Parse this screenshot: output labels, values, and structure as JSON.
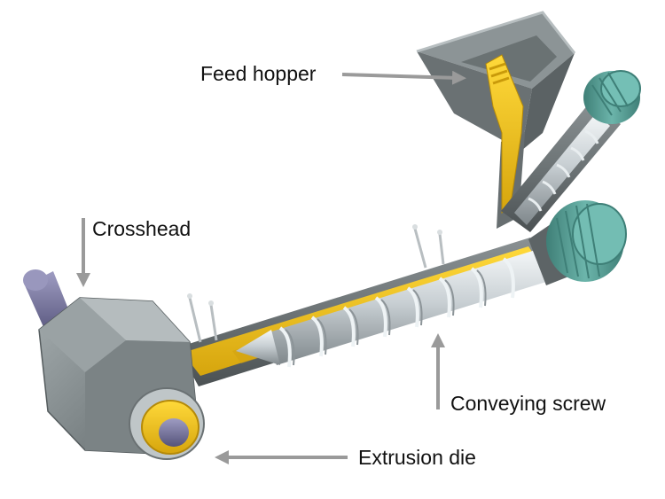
{
  "labels": {
    "feed_hopper": "Feed hopper",
    "crosshead": "Crosshead",
    "conveying_screw": "Conveying screw",
    "extrusion_die": "Extrusion die"
  },
  "colors": {
    "background": "#ffffff",
    "arrow": "#999999",
    "melt_yellow": "#f2c21b",
    "melt_dark": "#c99a0a",
    "barrel_gray": "#6f7678",
    "barrel_dark": "#4c5254",
    "hopper_gray": "#7d8587",
    "crosshead_gray": "#8a9294",
    "motor_teal": "#5aa39a",
    "motor_dark": "#3e7f77",
    "screw_steel": "#cfd6da",
    "shaft_purple": "#7a78a0"
  },
  "icons": [
    "arrow-icon"
  ]
}
